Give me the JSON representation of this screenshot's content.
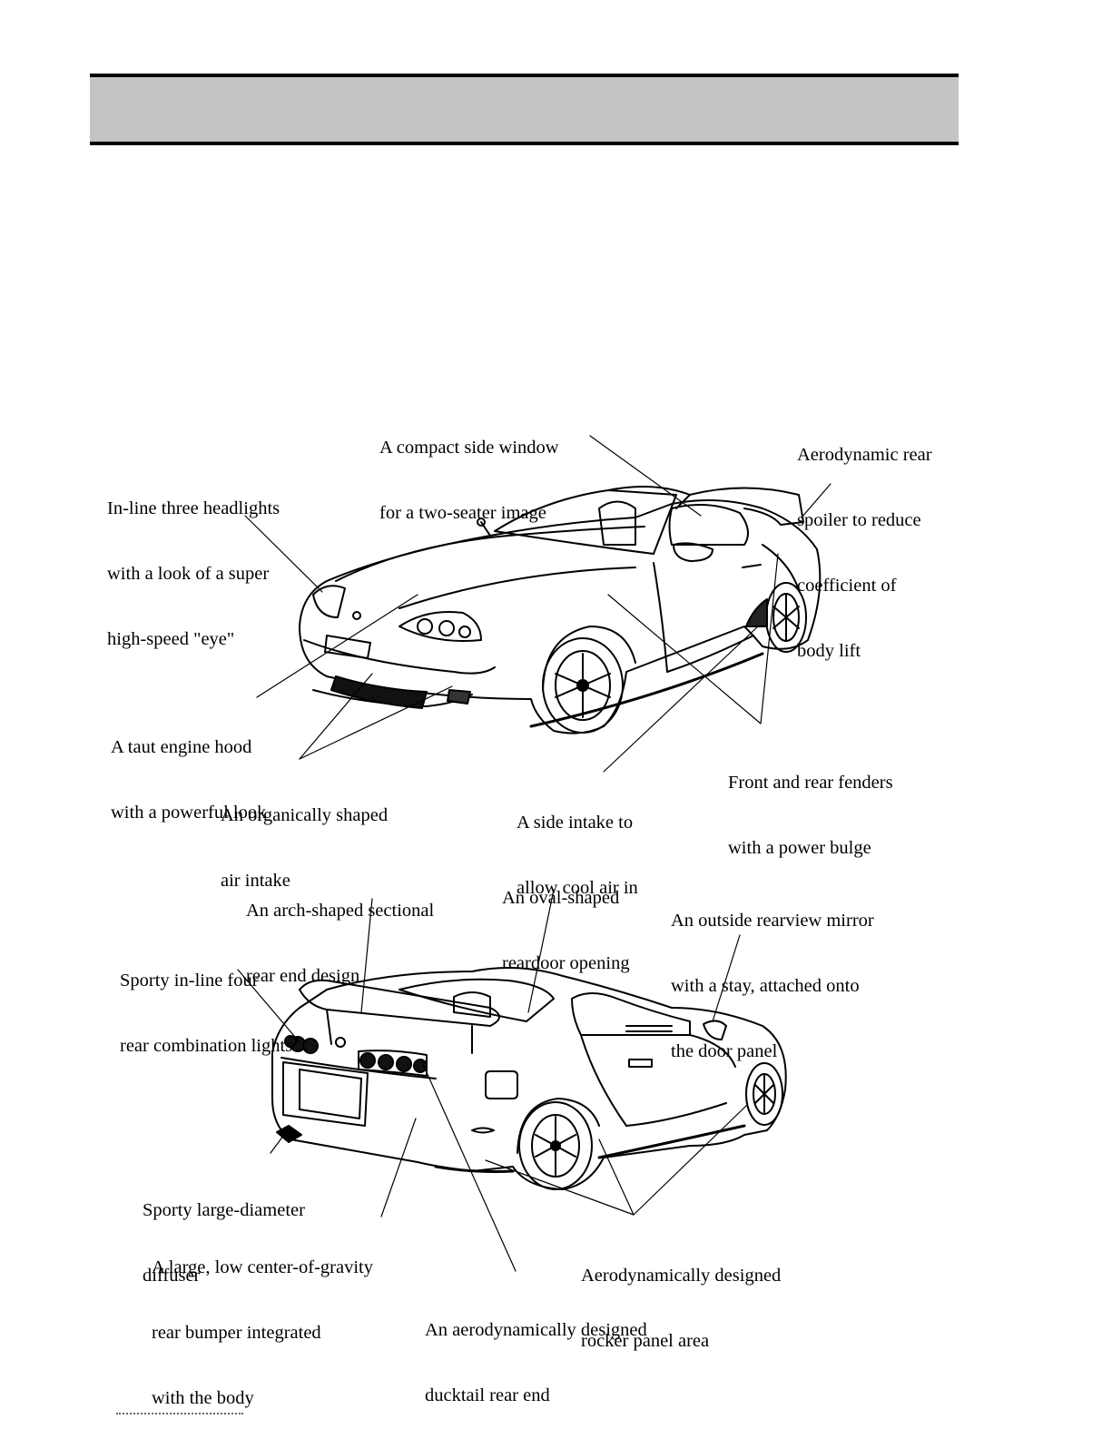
{
  "header": {
    "title": ""
  },
  "front_view": {
    "labels": {
      "side_window": [
        "A compact side window",
        "for a two-seater image"
      ],
      "rear_spoiler": [
        "Aerodynamic rear",
        "spoiler to reduce",
        "coefficient of",
        "body lift"
      ],
      "headlights": [
        "In-line three headlights",
        "with a look of a super",
        "high-speed \"eye\""
      ],
      "engine_hood": [
        "A taut engine hood",
        "with a powerful look"
      ],
      "air_intake": [
        "An organically shaped",
        "air intake"
      ],
      "side_intake": [
        "A side intake to",
        "allow cool air in"
      ],
      "fenders": [
        "Front and rear fenders",
        "with a power bulge"
      ]
    }
  },
  "rear_view": {
    "labels": {
      "rear_end": [
        "An arch-shaped sectional",
        "rear end design"
      ],
      "door_opening": [
        "An oval-shaped",
        "reardoor opening"
      ],
      "mirror": [
        "An outside rearview mirror",
        "with a stay, attached onto",
        "the door panel"
      ],
      "combination_lights": [
        "Sporty in-line four",
        "rear combination lights"
      ],
      "diffuser": [
        "Sporty large-diameter",
        "diffuser"
      ],
      "rear_bumper": [
        "A large, low center-of-gravity",
        "rear bumper integrated",
        "with the body"
      ],
      "rocker_panel": [
        "Aerodynamically designed",
        "rocker panel area"
      ],
      "ducktail": [
        "An aerodynamically designed",
        "ducktail rear end"
      ]
    }
  }
}
